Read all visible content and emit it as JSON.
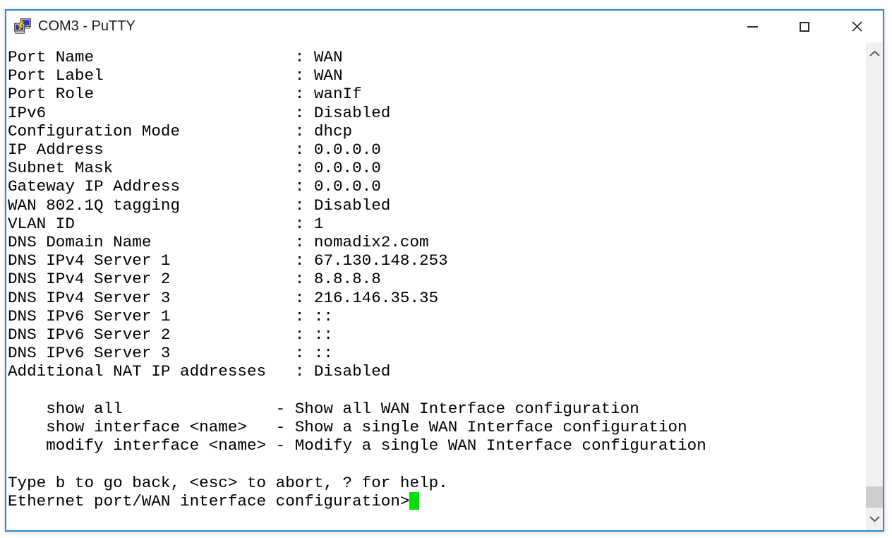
{
  "window": {
    "title": "COM3 - PuTTY",
    "accent_border_color": "#2f86d4"
  },
  "terminal": {
    "colors": {
      "background": "#ffffff",
      "foreground": "#000000",
      "cursor": "#00dd00"
    },
    "label_column_width": 30,
    "command_column_width": 24,
    "config": [
      {
        "label": "Port Name",
        "value": "WAN"
      },
      {
        "label": "Port Label",
        "value": "WAN"
      },
      {
        "label": "Port Role",
        "value": "wanIf"
      },
      {
        "label": "IPv6",
        "value": "Disabled"
      },
      {
        "label": "Configuration Mode",
        "value": "dhcp"
      },
      {
        "label": "IP Address",
        "value": "0.0.0.0"
      },
      {
        "label": "Subnet Mask",
        "value": "0.0.0.0"
      },
      {
        "label": "Gateway IP Address",
        "value": "0.0.0.0"
      },
      {
        "label": "WAN 802.1Q tagging",
        "value": "Disabled"
      },
      {
        "label": "VLAN ID",
        "value": "1"
      },
      {
        "label": "DNS Domain Name",
        "value": "nomadix2.com"
      },
      {
        "label": "DNS IPv4 Server 1",
        "value": "67.130.148.253"
      },
      {
        "label": "DNS IPv4 Server 2",
        "value": "8.8.8.8"
      },
      {
        "label": "DNS IPv4 Server 3",
        "value": "216.146.35.35"
      },
      {
        "label": "DNS IPv6 Server 1",
        "value": "::"
      },
      {
        "label": "DNS IPv6 Server 2",
        "value": "::"
      },
      {
        "label": "DNS IPv6 Server 3",
        "value": "::"
      },
      {
        "label": "Additional NAT IP addresses",
        "value": "Disabled"
      }
    ],
    "help": [
      {
        "command": "show all",
        "description": "Show all WAN Interface configuration"
      },
      {
        "command": "show interface <name>",
        "description": "Show a single WAN Interface configuration"
      },
      {
        "command": "modify interface <name>",
        "description": "Modify a single WAN Interface configuration"
      }
    ],
    "status_line": "Type b to go back, <esc> to abort, ? for help.",
    "prompt": "Ethernet port/WAN interface configuration>"
  }
}
